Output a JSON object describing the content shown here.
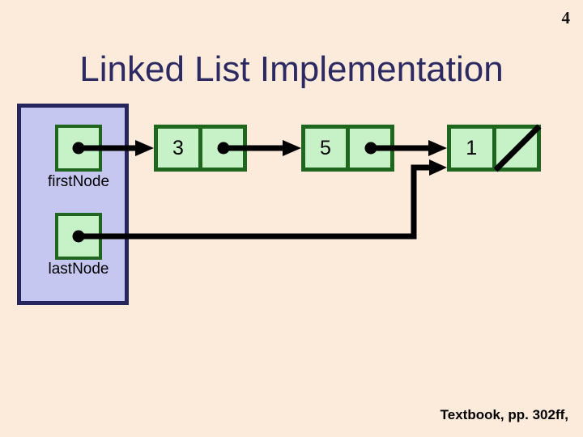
{
  "slide": {
    "page_number": "4",
    "title": "Linked List Implementation",
    "footer": "Textbook, pp. 302ff,"
  },
  "diagram": {
    "pointer_variables": [
      {
        "label": "firstNode",
        "points_to": "node 3"
      },
      {
        "label": "lastNode",
        "points_to": "node 1"
      }
    ],
    "linked_list_nodes": [
      {
        "value": "3",
        "next": "node 5"
      },
      {
        "value": "5",
        "next": "node 1"
      },
      {
        "value": "1",
        "next": "null-slash"
      }
    ],
    "colors": {
      "slide_background": "#FCEADB",
      "panel_fill": "#C6C7F1",
      "panel_border": "#26265E",
      "node_fill": "#C7F1C6",
      "node_border": "#1F661F",
      "title_text": "#2B2A62",
      "arrow": "#000000"
    }
  }
}
